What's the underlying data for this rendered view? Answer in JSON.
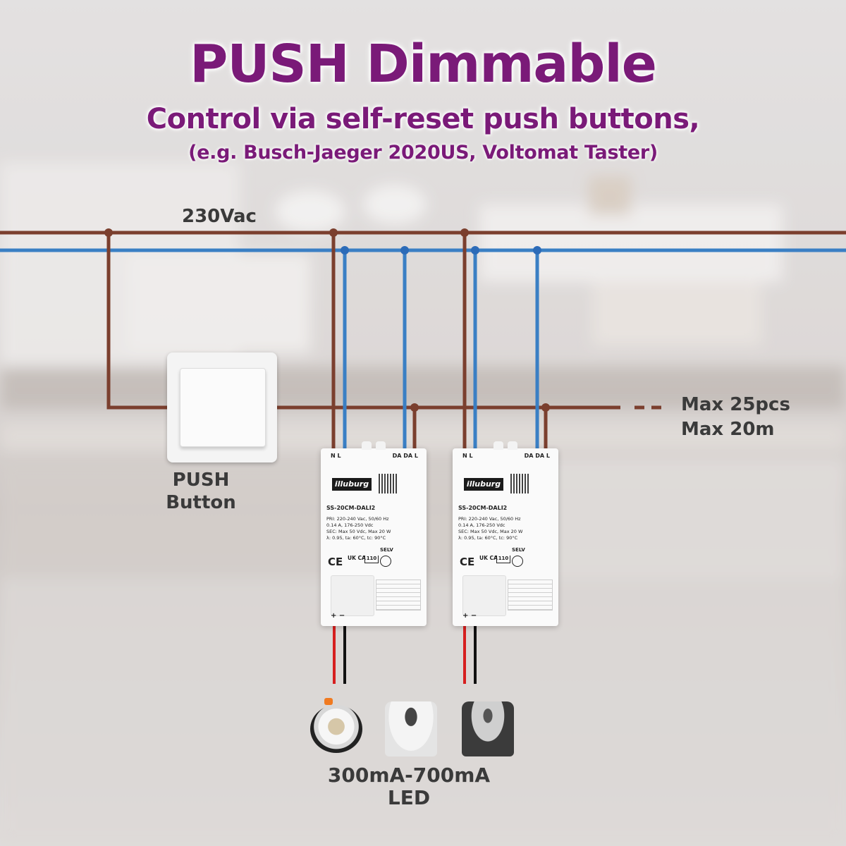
{
  "title": "PUSH Dimmable",
  "subtitle": "Control via self-reset push buttons,",
  "example": "(e.g. Busch-Jaeger 2020US, Voltomat Taster)",
  "supply_label": "230Vac",
  "limit_count": "Max 25pcs",
  "limit_length": "Max 20m",
  "switch_label_line1": "PUSH",
  "switch_label_line2": "Button",
  "led_label_line1": "300mA-700mA",
  "led_label_line2": "LED",
  "drivers": [
    {
      "brand": "illuburg",
      "model": "SS-20CM-DALI2",
      "term_left": "N L",
      "term_right": "DA DA L",
      "spec1": "PRI: 220-240 Vac, 50/60 Hz",
      "spec2": "0.14 A, 176-250 Vdc",
      "spec3": "SEC: Max 50 Vdc, Max 20 W",
      "spec4": "λ: 0.95, ta: 60°C, tc: 90°C",
      "selv": "SELV",
      "mark_ce": "CE",
      "mark_ukca": "UK CA",
      "mark_temp": "110"
    },
    {
      "brand": "illuburg",
      "model": "SS-20CM-DALI2",
      "term_left": "N L",
      "term_right": "DA DA L",
      "spec1": "PRI: 220-240 Vac, 50/60 Hz",
      "spec2": "0.14 A, 176-250 Vdc",
      "spec3": "SEC: Max 50 Vdc, Max 20 W",
      "spec4": "λ: 0.95, ta: 60°C, tc: 90°C",
      "selv": "SELV",
      "mark_ce": "CE",
      "mark_ukca": "UK CA",
      "mark_temp": "110"
    }
  ],
  "colors": {
    "title": "#7a1a78",
    "live_wire": "#7b3f2e",
    "neutral_wire": "#3a7fc4",
    "led_red": "#d61f1f",
    "led_black": "#111111"
  }
}
